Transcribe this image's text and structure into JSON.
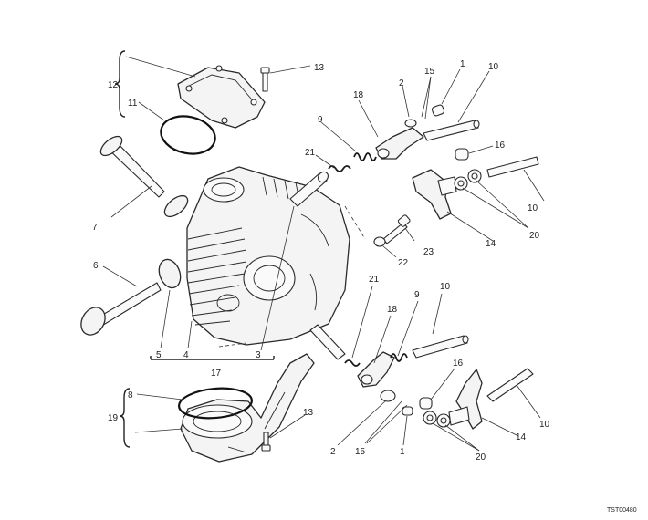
{
  "callouts": {
    "c1a": "1",
    "c1b": "1",
    "c2a": "2",
    "c2b": "2",
    "c3": "3",
    "c4": "4",
    "c5": "5",
    "c6": "6",
    "c7": "7",
    "c8": "8",
    "c9a": "9",
    "c9b": "9",
    "c10a": "10",
    "c10b": "10",
    "c10c": "10",
    "c10d": "10",
    "c11": "11",
    "c12": "12",
    "c13a": "13",
    "c13b": "13",
    "c14a": "14",
    "c14b": "14",
    "c15a": "15",
    "c15b": "15",
    "c16a": "16",
    "c16b": "16",
    "c17": "17",
    "c18a": "18",
    "c18b": "18",
    "c19": "19",
    "c20a": "20",
    "c20b": "20",
    "c21a": "21",
    "c21b": "21",
    "c22": "22",
    "c23": "23"
  },
  "drawing_code": "TST00480"
}
